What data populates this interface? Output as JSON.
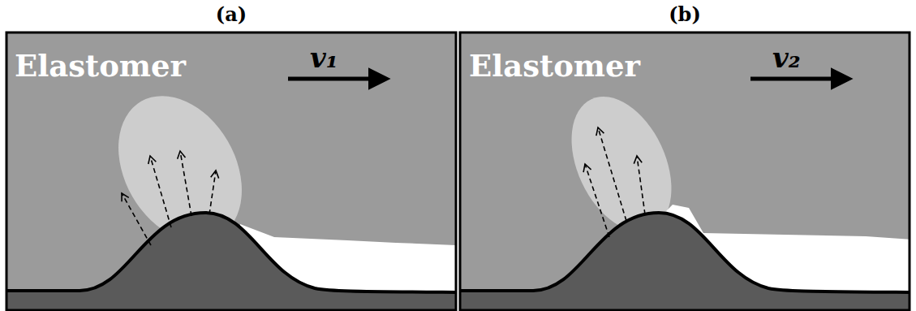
{
  "diagram": {
    "labels": [
      "(a)",
      "(b)",
      "Elastomer",
      "v₁",
      "Elastomer",
      "v₂"
    ]
  }
}
